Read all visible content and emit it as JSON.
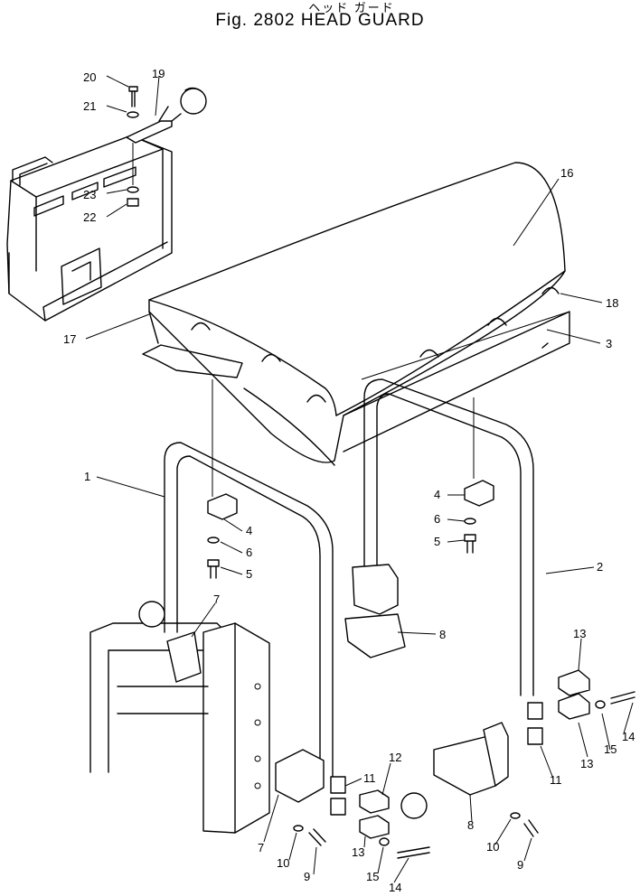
{
  "figure": {
    "title_kana": "ヘッド ガード",
    "title": "Fig. 2802 HEAD GUARD"
  },
  "callouts": [
    {
      "id": "c1",
      "text": "1"
    },
    {
      "id": "c2",
      "text": "2"
    },
    {
      "id": "c3",
      "text": "3"
    },
    {
      "id": "c4a",
      "text": "4"
    },
    {
      "id": "c4b",
      "text": "4"
    },
    {
      "id": "c5a",
      "text": "5"
    },
    {
      "id": "c5b",
      "text": "5"
    },
    {
      "id": "c6a",
      "text": "6"
    },
    {
      "id": "c6b",
      "text": "6"
    },
    {
      "id": "c7a",
      "text": "7"
    },
    {
      "id": "c7b",
      "text": "7"
    },
    {
      "id": "c8a",
      "text": "8"
    },
    {
      "id": "c8b",
      "text": "8"
    },
    {
      "id": "c9a",
      "text": "9"
    },
    {
      "id": "c9b",
      "text": "9"
    },
    {
      "id": "c10a",
      "text": "10"
    },
    {
      "id": "c10b",
      "text": "10"
    },
    {
      "id": "c11a",
      "text": "11"
    },
    {
      "id": "c11b",
      "text": "11"
    },
    {
      "id": "c12",
      "text": "12"
    },
    {
      "id": "c13a",
      "text": "13"
    },
    {
      "id": "c13b",
      "text": "13"
    },
    {
      "id": "c13c",
      "text": "13"
    },
    {
      "id": "c14a",
      "text": "14"
    },
    {
      "id": "c14b",
      "text": "14"
    },
    {
      "id": "c15a",
      "text": "15"
    },
    {
      "id": "c15b",
      "text": "15"
    },
    {
      "id": "c16",
      "text": "16"
    },
    {
      "id": "c17",
      "text": "17"
    },
    {
      "id": "c18",
      "text": "18"
    },
    {
      "id": "c19",
      "text": "19"
    },
    {
      "id": "c20",
      "text": "20"
    },
    {
      "id": "c21",
      "text": "21"
    },
    {
      "id": "c22",
      "text": "22"
    },
    {
      "id": "c23",
      "text": "23"
    }
  ]
}
